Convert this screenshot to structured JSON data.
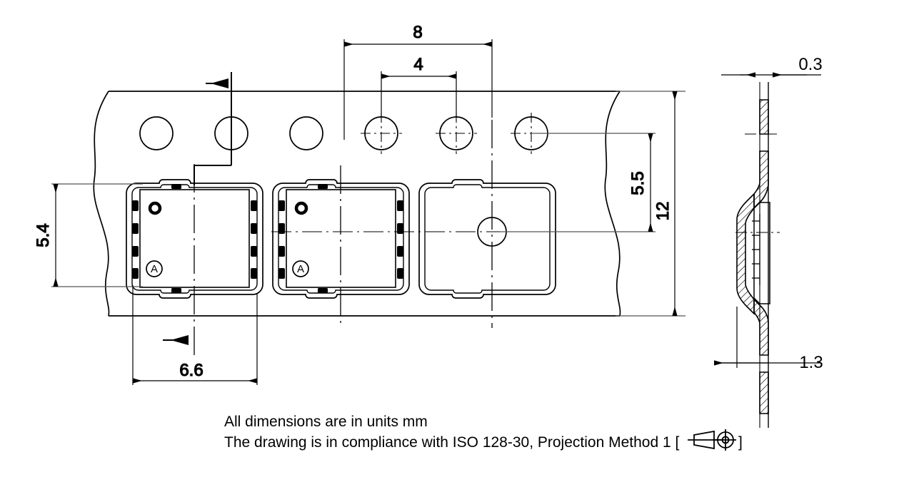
{
  "drawing": {
    "title": "Carrier tape packaging drawing",
    "units_note": "All dimensions are in units mm",
    "standard_note": "The drawing is in compliance with ISO 128-30, Projection Method 1 [",
    "standard_note_close": "]",
    "projection_symbol": "first-angle-projection-symbol"
  },
  "dimensions": {
    "pitch_long": "8",
    "pitch_short": "4",
    "pocket_height": "5.4",
    "hole_to_center": "5.5",
    "tape_width": "12",
    "pocket_offset": "6.6",
    "tape_thickness": "0.3",
    "pocket_depth": "1.3"
  },
  "components": {
    "pin1_marker": "pin-one-dot",
    "orientation_mark": "A",
    "pocket_count": 3,
    "sprocket_hole_count": 6
  },
  "views": {
    "top_view": "top-view-carrier-tape",
    "section_view": "section-view-carrier-tape"
  }
}
